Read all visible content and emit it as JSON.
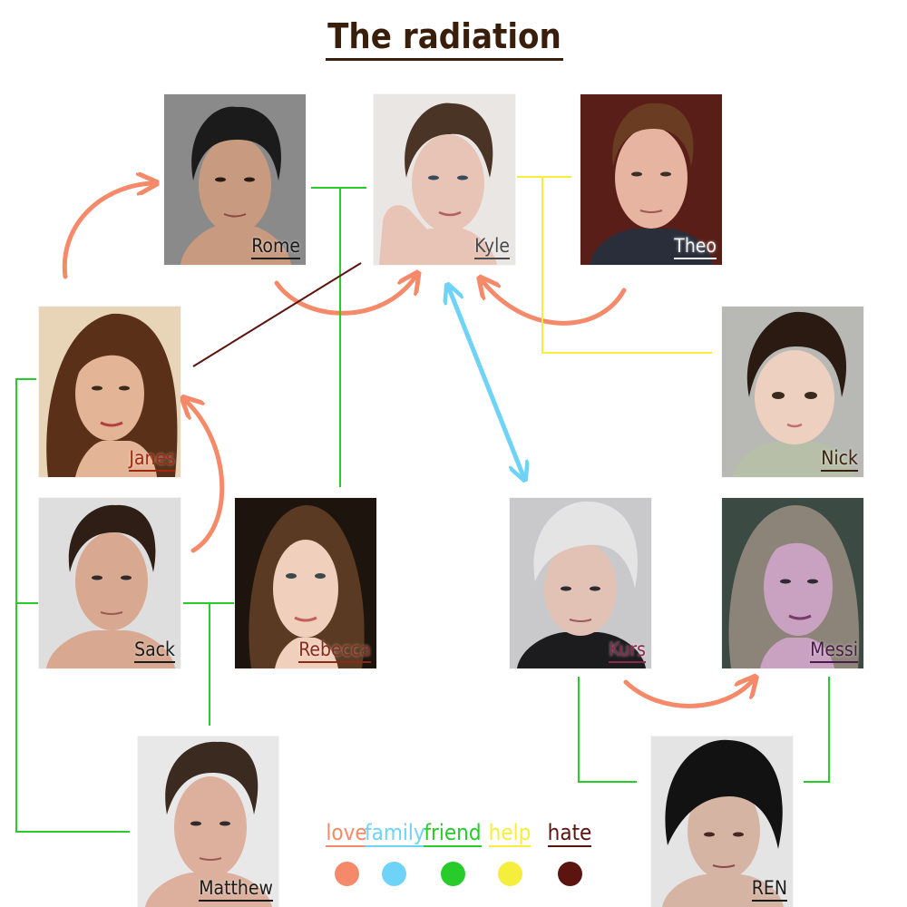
{
  "title": "The radiation",
  "colors": {
    "love": "#f58a6a",
    "family": "#6fd3f7",
    "friend": "#27cc2a",
    "help": "#f6ee3c",
    "hate": "#5b1410"
  },
  "people": {
    "rome": {
      "name": "Rome",
      "name_color": "#1c1c1c",
      "bg": "#8a8a8a",
      "skin": "#c89a80",
      "hair": "#1b1b1b"
    },
    "kyle": {
      "name": "Kyle",
      "name_color": "#4a4a4a",
      "bg": "#e9e6e4",
      "skin": "#e8c4b6",
      "hair": "#4a3426"
    },
    "theo": {
      "name": "Theo",
      "name_color": "#f4f4f4",
      "bg": "#5a1e18",
      "skin": "#e6b4a0",
      "hair": "#6a3c22"
    },
    "janes": {
      "name": "Janes",
      "name_color": "#a02810",
      "bg": "#e8d5b8",
      "skin": "#e4b496",
      "hair": "#5a3018"
    },
    "nick": {
      "name": "Nick",
      "name_color": "#3a2210",
      "bg": "#b8b8b4",
      "skin": "#eed0c0",
      "hair": "#2a1a12"
    },
    "sack": {
      "name": "Sack",
      "name_color": "#1c1c1c",
      "bg": "#dedede",
      "skin": "#d8a890",
      "hair": "#2e1e16"
    },
    "rebecca": {
      "name": "Rebecca",
      "name_color": "#8a2a18",
      "bg": "#1e140e",
      "skin": "#f0cfbc",
      "hair": "#5a3a22"
    },
    "kurs": {
      "name": "Kurs",
      "name_color": "#8a2a4a",
      "bg": "#c9c9cb",
      "skin": "#e2c2b4",
      "hair": "#e4e4e4"
    },
    "messi": {
      "name": "Messi",
      "name_color": "#4a1a4a",
      "bg": "#3c4a44",
      "skin": "#c8a2c0",
      "hair": "#8c8478"
    },
    "matthew": {
      "name": "Matthew",
      "name_color": "#1c1c1c",
      "bg": "#e8e8e8",
      "skin": "#dcb09c",
      "hair": "#3a2a20"
    },
    "ren": {
      "name": "REN",
      "name_color": "#1c1c1c",
      "bg": "#e4e4e4",
      "skin": "#d6b4a4",
      "hair": "#121212"
    }
  },
  "legend": [
    {
      "label": "love",
      "key": "love"
    },
    {
      "label": "family",
      "key": "family"
    },
    {
      "label": "friend",
      "key": "friend"
    },
    {
      "label": "help",
      "key": "help"
    },
    {
      "label": "hate",
      "key": "hate"
    }
  ],
  "relations": [
    {
      "from": "Janes",
      "to": "Rome",
      "type": "love"
    },
    {
      "from": "Rome",
      "to": "Kyle",
      "type": "love"
    },
    {
      "from": "Theo",
      "to": "Kyle",
      "type": "love"
    },
    {
      "from": "Sack",
      "to": "Janes",
      "type": "love"
    },
    {
      "from": "Kurs",
      "to": "Messi",
      "type": "love"
    },
    {
      "from": "Kyle",
      "to": "Kurs",
      "type": "family"
    },
    {
      "from": "Rome",
      "to": "Rebecca",
      "type": "friend"
    },
    {
      "from": "Janes",
      "to": "Sack",
      "type": "friend"
    },
    {
      "from": "Janes",
      "to": "Matthew",
      "type": "friend"
    },
    {
      "from": "Sack",
      "to": "Matthew",
      "type": "friend"
    },
    {
      "from": "Kurs",
      "to": "REN",
      "type": "friend"
    },
    {
      "from": "Messi",
      "to": "REN",
      "type": "friend"
    },
    {
      "from": "Kyle",
      "to": "Nick",
      "type": "help"
    },
    {
      "from": "Janes",
      "to": "Kyle",
      "type": "hate"
    }
  ]
}
